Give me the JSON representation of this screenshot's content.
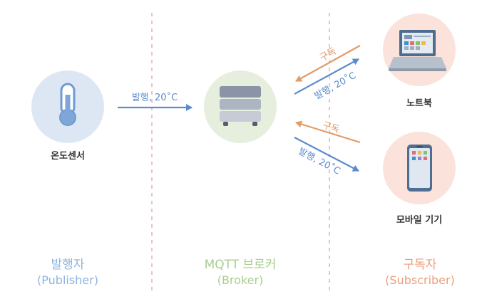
{
  "colors": {
    "publisher": "#8eb3dd",
    "broker": "#a8cf8e",
    "subscriber": "#ec9d7d",
    "publish_arrow": "#5b8ccd",
    "subscribe_arrow": "#e49a69",
    "divider": "#e2b8ac"
  },
  "nodes": {
    "sensor": {
      "label": "온도센서",
      "icon": "thermometer-icon"
    },
    "broker": {
      "icon": "server-icon"
    },
    "laptop": {
      "label": "노트북",
      "icon": "laptop-icon"
    },
    "mobile": {
      "label": "모바일 기기",
      "icon": "smartphone-icon"
    }
  },
  "arrows": {
    "sensor_to_broker": "발행, 20˚C",
    "laptop_subscribe": "구독",
    "broker_to_laptop": "발행, 20˚C",
    "mobile_subscribe": "구독",
    "broker_to_mobile": "발행, 20˚C"
  },
  "roles": {
    "publisher": {
      "ko": "발행자",
      "en": "(Publisher)"
    },
    "broker": {
      "ko": "MQTT 브로커",
      "en": "(Broker)"
    },
    "subscriber": {
      "ko": "구독자",
      "en": "(Subscriber)"
    }
  }
}
